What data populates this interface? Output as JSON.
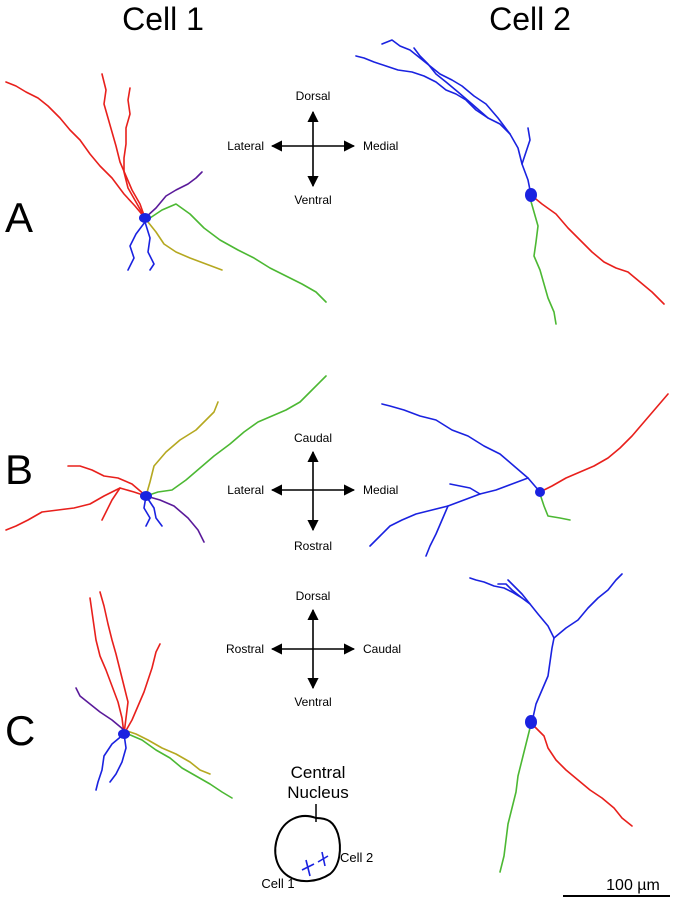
{
  "columns": {
    "cell1": "Cell 1",
    "cell2": "Cell 2"
  },
  "rows": {
    "a": "A",
    "b": "B",
    "c": "C"
  },
  "compass": {
    "a": {
      "up": "Dorsal",
      "down": "Ventral",
      "left": "Lateral",
      "right": "Medial"
    },
    "b": {
      "up": "Caudal",
      "down": "Rostral",
      "left": "Lateral",
      "right": "Medial"
    },
    "c": {
      "up": "Dorsal",
      "down": "Ventral",
      "left": "Rostral",
      "right": "Caudal"
    }
  },
  "inset": {
    "line1": "Central",
    "line2": "Nucleus",
    "cell1": "Cell 1",
    "cell2": "Cell 2"
  },
  "scale_bar": {
    "label": "100 µm"
  },
  "colors": {
    "red": "#e8201c",
    "blue": "#1a22e0",
    "green": "#4cb833",
    "olive": "#b5a820",
    "purple": "#5a1a9a",
    "soma": "#1a22e0"
  }
}
